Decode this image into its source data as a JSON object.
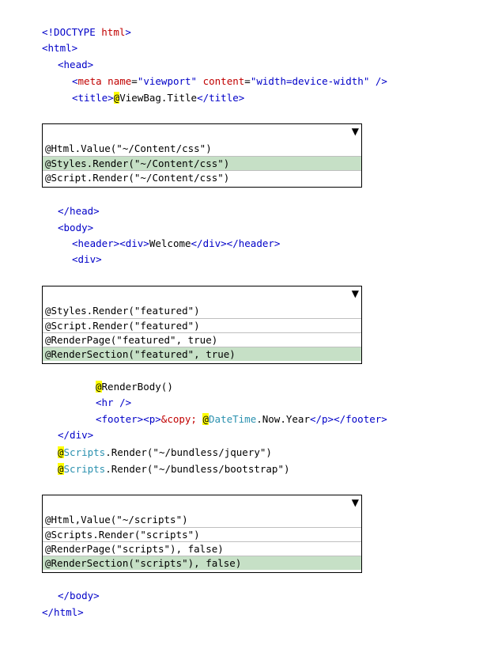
{
  "code": {
    "doctype_open": "<!DOCTYPE",
    "doctype_kw": "html",
    "doctype_close": ">",
    "html_open": "<html>",
    "head_open": "<head>",
    "meta_lt": "<",
    "meta_tag": "meta",
    "meta_name_attr": "name",
    "meta_name_val": "\"viewport\"",
    "meta_content_attr": "content",
    "meta_content_val": "\"width=device-width\"",
    "meta_close": "/>",
    "title_open": "<title>",
    "title_at": "@",
    "title_text": "ViewBag.Title",
    "title_close": "</title>",
    "head_close": "</head>",
    "body_open": "<body>",
    "header_open": "<header><div>",
    "header_text": "Welcome",
    "header_close": "</div></header>",
    "div_open": "<div>",
    "renderbody_at": "@",
    "renderbody_text": "RenderBody()",
    "hr": "<hr />",
    "footer_open": "<footer><p>",
    "footer_copy": "&copy;",
    "footer_at": "@",
    "footer_datetime": "DateTime",
    "footer_rest": ".Now.Year",
    "footer_close": "</p></footer>",
    "div_close": "</div>",
    "scripts1_at": "@",
    "scripts1_cls": "Scripts",
    "scripts1_rest": ".Render(\"~/bundless/jquery\")",
    "scripts2_at": "@",
    "scripts2_cls": "Scripts",
    "scripts2_rest": ".Render(\"~/bundless/bootstrap\")",
    "body_close": "</body>",
    "html_close": "</html>"
  },
  "dropdowns": [
    {
      "options": [
        "@Html.Value(\"~/Content/css\")",
        "@Styles.Render(\"~/Content/css\")",
        "@Script.Render(\"~/Content/css\")"
      ],
      "selected_index": 1
    },
    {
      "options": [
        "@Styles.Render(\"featured\")",
        "@Script.Render(\"featured\")",
        "@RenderPage(\"featured\", true)",
        "@RenderSection(\"featured\", true)"
      ],
      "selected_index": 3
    },
    {
      "options": [
        "@Html,Value(\"~/scripts\")",
        "@Scripts.Render(\"scripts\")",
        "@RenderPage(\"scripts\"), false)",
        "@RenderSection(\"scripts\"), false)"
      ],
      "selected_index": 3
    }
  ]
}
